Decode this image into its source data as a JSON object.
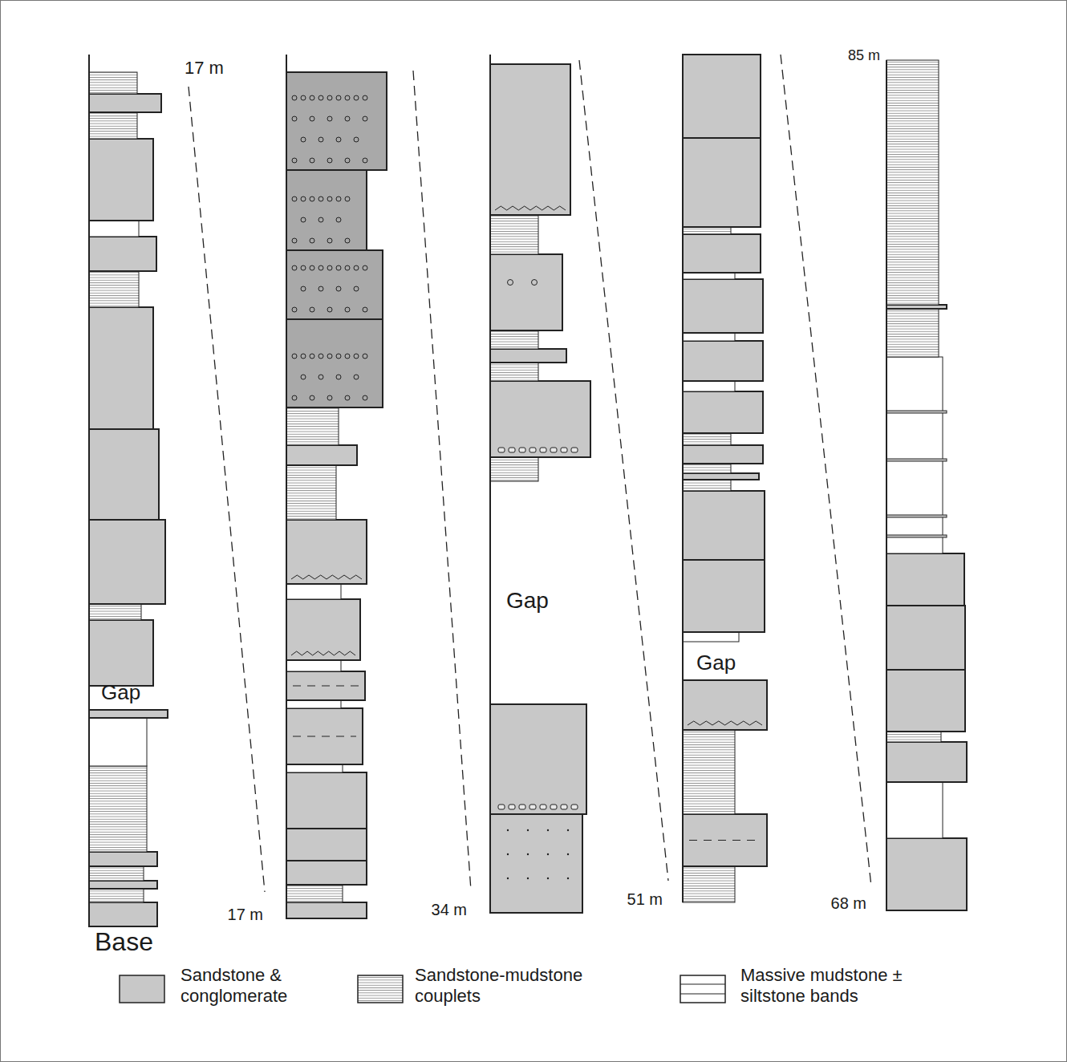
{
  "diagram": {
    "labels": [
      "17 m",
      "Gap",
      "Base",
      "17 m",
      "34 m",
      "Gap",
      "51 m",
      "Gap",
      "85 m",
      "68 m"
    ],
    "legend": [
      {
        "text": "Sandstone & conglomerate",
        "color": "#c8c8c8"
      },
      {
        "text": "Sandstone-mudstone couplets"
      },
      {
        "text": "Massive mudstone ± siltstone bands"
      }
    ]
  }
}
